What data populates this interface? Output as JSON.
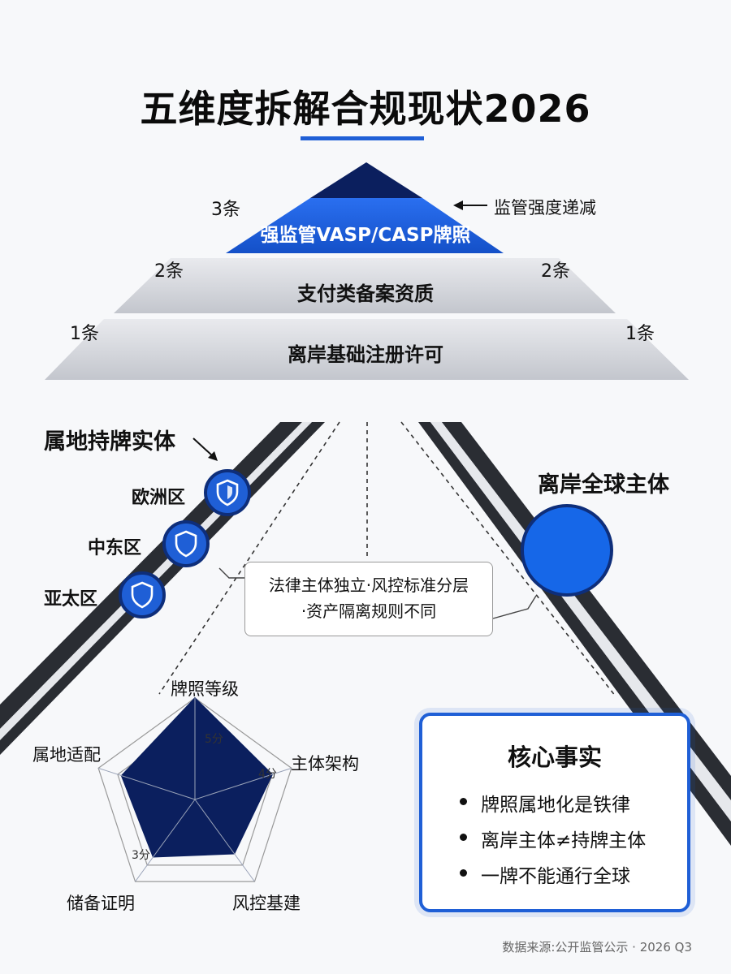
{
  "title": "五维度拆解合规现状2026",
  "pyramid": {
    "tiers": [
      {
        "name": "强监管VASP/CASP牌照",
        "left_count": "3条",
        "right_count": ""
      },
      {
        "name": "支付类备案资质",
        "left_count": "2条",
        "right_count": "2条"
      },
      {
        "name": "离岸基础注册许可",
        "left_count": "1条",
        "right_count": "1条"
      }
    ],
    "annotation": "监管强度递减"
  },
  "local_entity": {
    "title": "属地持牌实体",
    "regions": [
      "欧洲区",
      "中东区",
      "亚太区"
    ],
    "icon": "shield-icon"
  },
  "offshore_entity": {
    "title": "离岸全球主体"
  },
  "info_box": {
    "line1": "法律主体独立·风控标准分层",
    "line2": "·资产隔离规则不同"
  },
  "radar": {
    "axes": [
      "牌照等级",
      "主体架构",
      "风控基建",
      "储备证明",
      "属地适配"
    ],
    "max": 5,
    "values": [
      5,
      4,
      3.3,
      3.5,
      3.8
    ],
    "tick_labels": [
      "5分",
      "4分",
      "3分"
    ]
  },
  "facts": {
    "title": "核心事实",
    "items": [
      "牌照属地化是铁律",
      "离岸主体≠持牌主体",
      "一牌不能通行全球"
    ]
  },
  "source": "数据来源:公开监管公示 · 2026 Q3",
  "colors": {
    "accent": "#1f5fd6",
    "navy": "#0e2e7a",
    "dark_navy": "#0b1f5e",
    "road": "#2a2d33",
    "pyramid_gray": "#c9cbd1"
  }
}
